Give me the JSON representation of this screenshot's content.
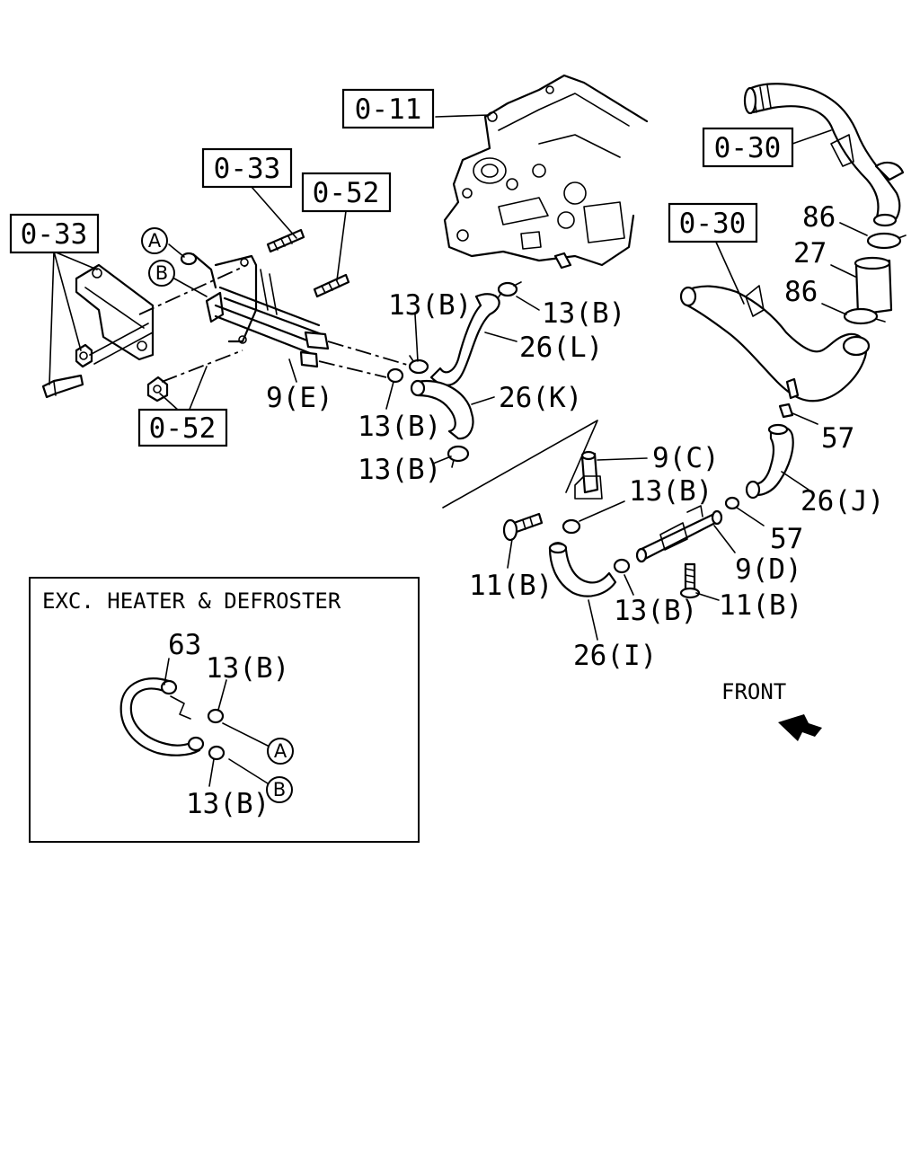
{
  "refs": {
    "r011": "0-11",
    "r033a": "0-33",
    "r033b": "0-33",
    "r052a": "0-52",
    "r052b": "0-52",
    "r030a": "0-30",
    "r030b": "0-30"
  },
  "circles": {
    "a_main": "A",
    "b_main": "B",
    "a_inset": "A",
    "b_inset": "B"
  },
  "labels": {
    "clamp_13b_1": "13(B)",
    "clamp_13b_2": "13(B)",
    "clamp_13b_3": "13(B)",
    "clamp_13b_4": "13(B)",
    "clamp_13b_5": "13(B)",
    "clamp_13b_6": "13(B)",
    "hose_26l": "26(L)",
    "hose_26k": "26(K)",
    "hose_26j": "26(J)",
    "hose_26i": "26(I)",
    "pipe_9e": "9(E)",
    "pipe_9c": "9(C)",
    "pipe_9d": "9(D)",
    "bolt_11b_1": "11(B)",
    "bolt_11b_2": "11(B)",
    "clamp_86_1": "86",
    "clamp_86_2": "86",
    "hose_27": "27",
    "clip_57_1": "57",
    "clip_57_2": "57",
    "front": "FRONT"
  },
  "inset": {
    "title": "EXC. HEATER & DEFROSTER",
    "hose_63": "63",
    "clamp_13b_top": "13(B)",
    "clamp_13b_bottom": "13(B)"
  },
  "icons": {
    "front_arrow": "arrow-front-icon"
  }
}
